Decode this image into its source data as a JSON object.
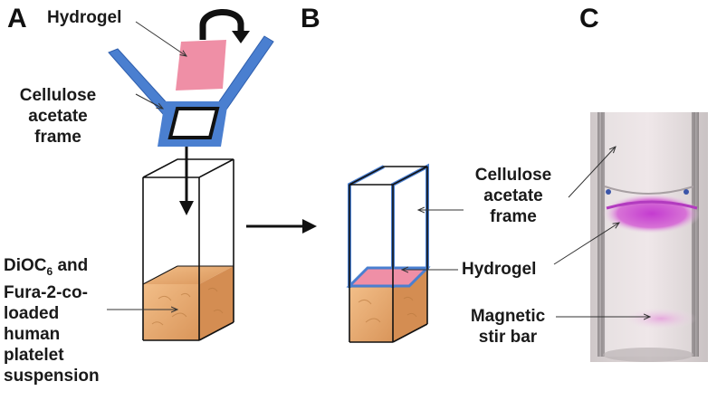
{
  "panels": {
    "a": {
      "letter": "A",
      "hydrogel": "Hydrogel",
      "frame_line1": "Cellulose",
      "frame_line2": "acetate",
      "frame_line3": "frame",
      "suspension_pre": "DiOC",
      "suspension_sub": "6",
      "suspension_post": " and",
      "suspension_line2": "Fura-2-co-",
      "suspension_line3": "loaded",
      "suspension_line4": "human",
      "suspension_line5": "platelet",
      "suspension_line6": "suspension"
    },
    "b": {
      "letter": "B"
    },
    "c": {
      "letter": "C",
      "frame_line1": "Cellulose",
      "frame_line2": "acetate",
      "frame_line3": "frame",
      "hydrogel": "Hydrogel",
      "stir_line1": "Magnetic",
      "stir_line2": "stir bar"
    }
  },
  "colors": {
    "frame_blue": "#4a7fd0",
    "hydrogel_pink": "#ef8fa6",
    "suspension_orange": "#e2a46a",
    "photo_bg": "#d9d4d4",
    "gel_magenta": "#c849c8"
  }
}
